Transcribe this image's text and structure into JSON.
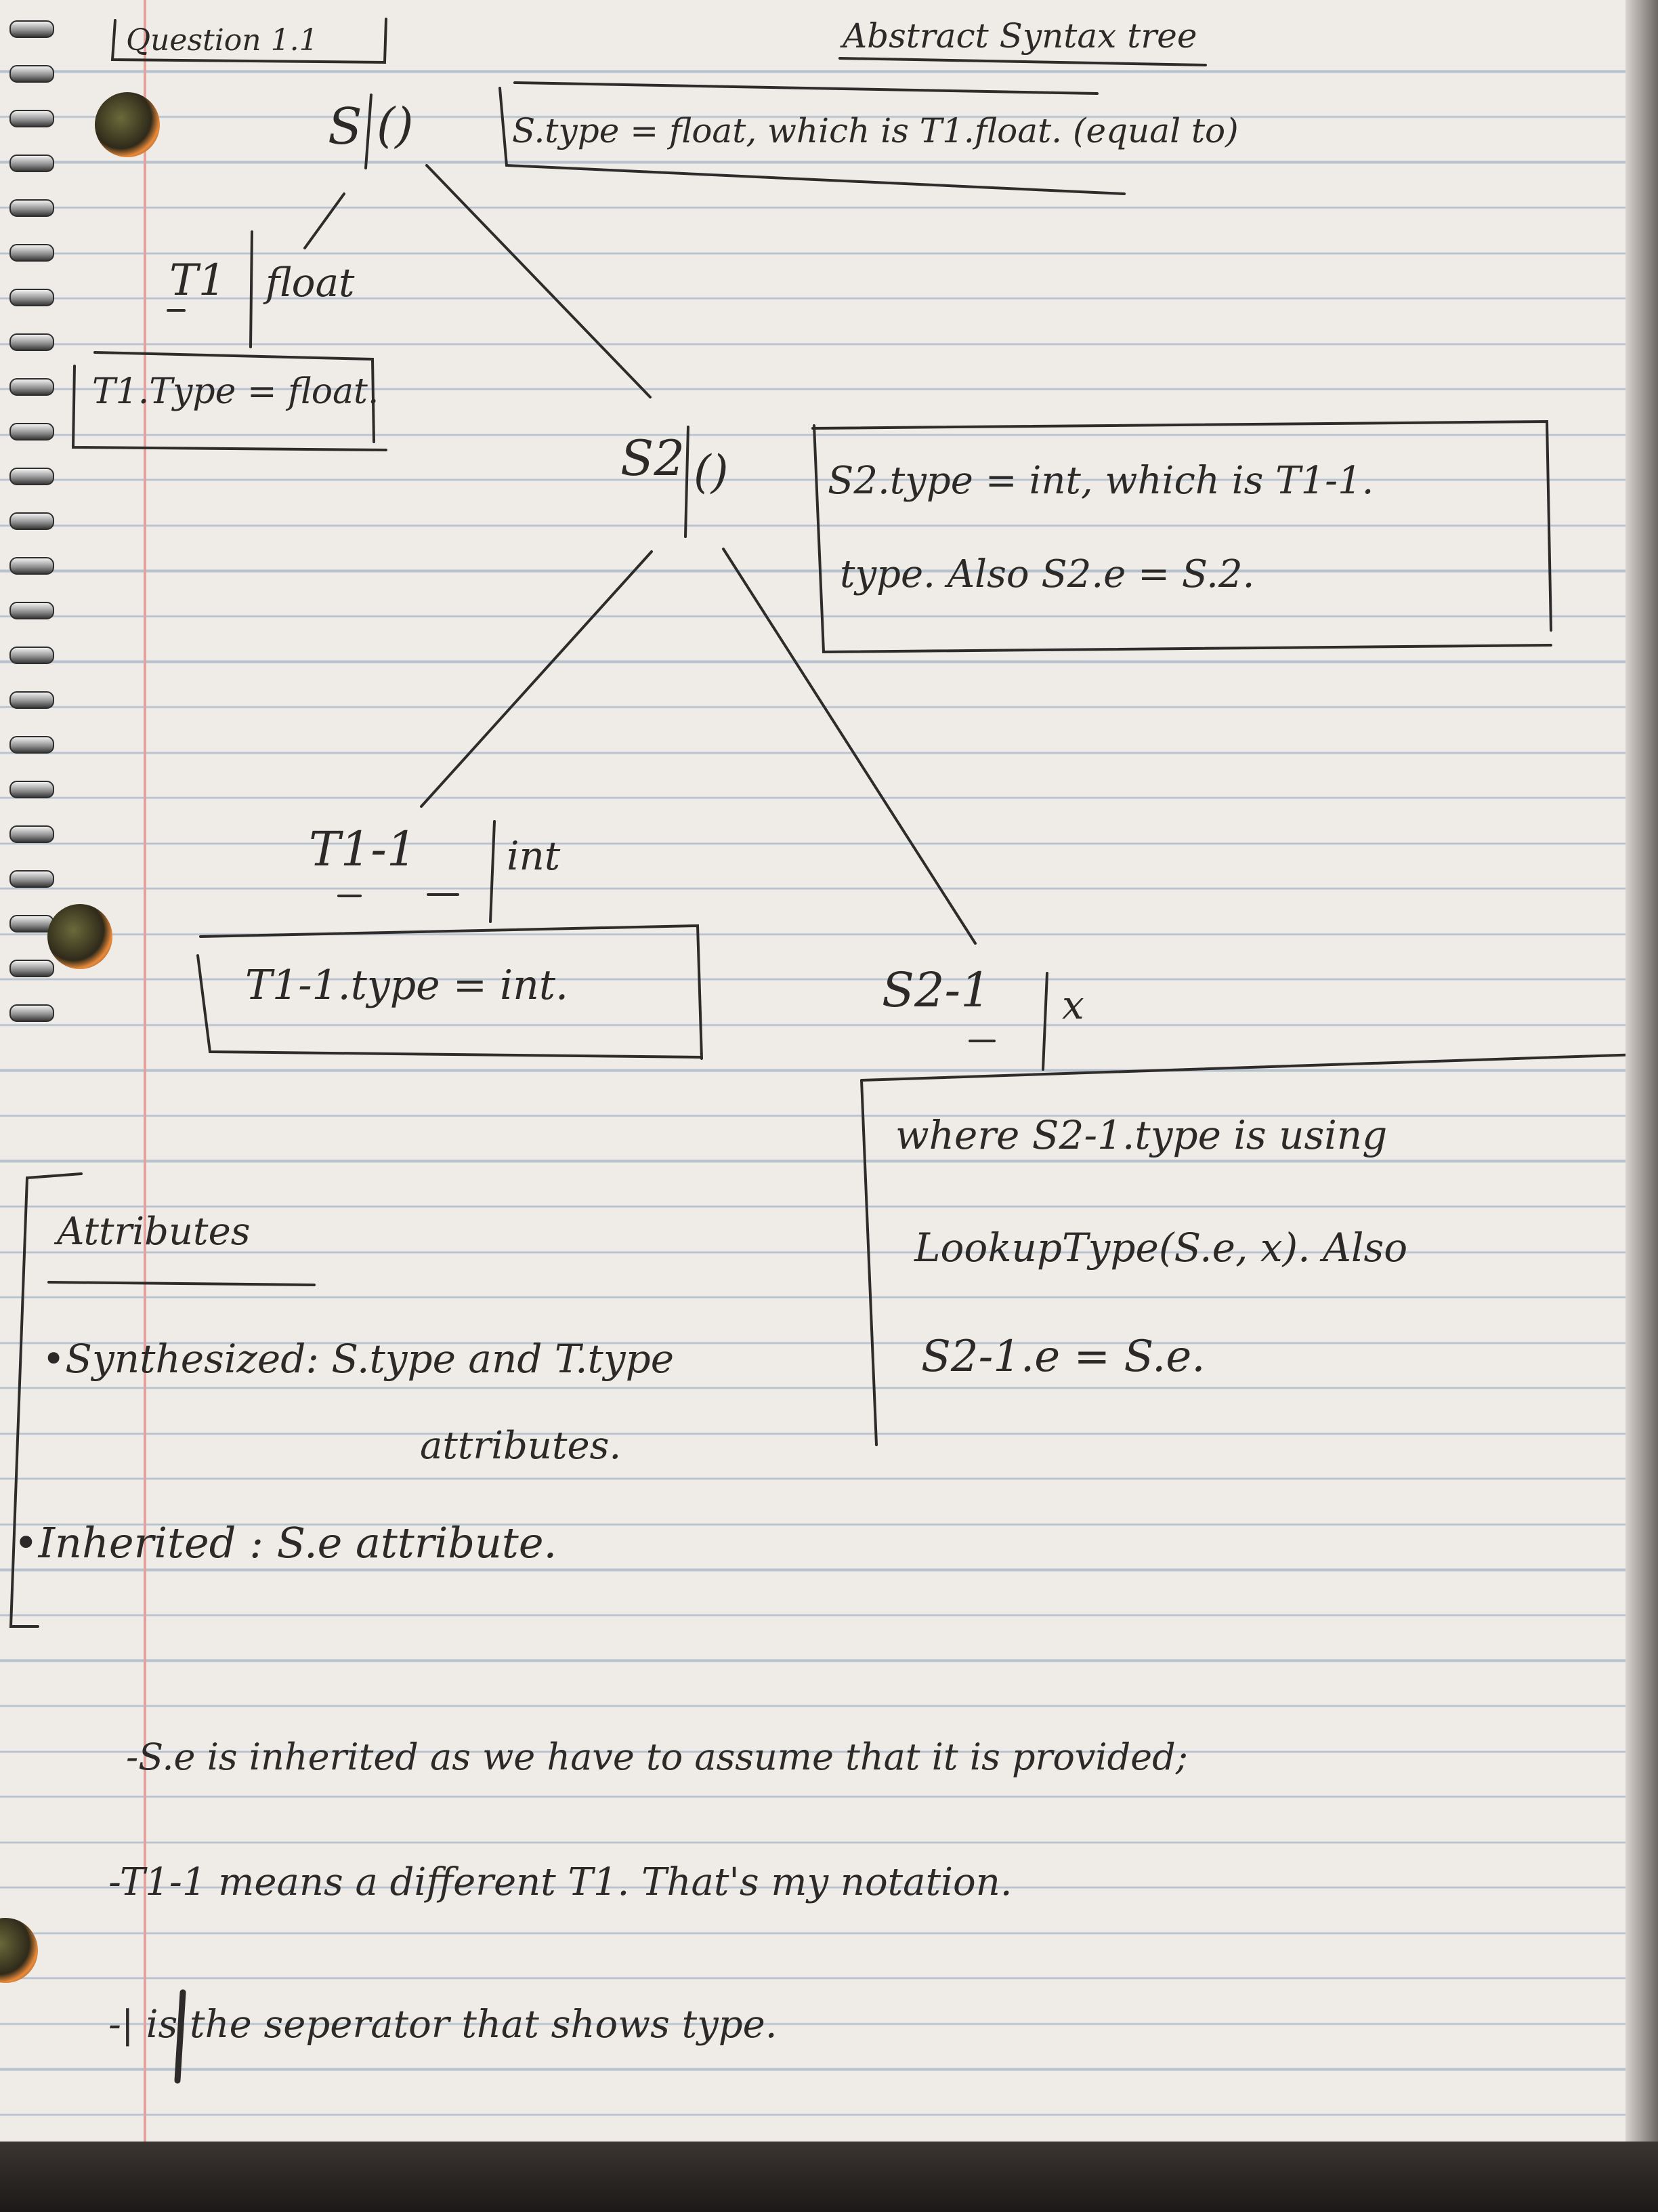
{
  "header": {
    "question_label": "Question 1.1",
    "diagram_title": "Abstract Syntax tree"
  },
  "tree": {
    "root": {
      "label": "S",
      "value": "()",
      "note": "S.type = float, which is T1.float. (equal to)"
    },
    "t1": {
      "label": "T1",
      "value": "float",
      "note": "T1.Type = float."
    },
    "s2": {
      "label": "S2",
      "value": "()",
      "note_line1": "S2.type = int, which is T1-1.",
      "note_line2": "type. Also S2.e = S.2."
    },
    "t1_1": {
      "label": "T1-1",
      "value": "int",
      "note": "T1-1.type = int."
    },
    "s2_1": {
      "label": "S2-1",
      "value": "x",
      "note_line1": "where S2-1.type is using",
      "note_line2": "LookupType(S.e, x). Also",
      "note_line3": "S2-1.e = S.e."
    }
  },
  "attributes": {
    "heading": "Attributes",
    "synthesized_line1": "•Synthesized: S.type and T.type",
    "synthesized_line2": "attributes.",
    "inherited": "•Inherited : S.e attribute."
  },
  "notes": [
    "-S.e is inherited as we have to assume that it is provided;",
    "-T1-1 means a different T1. That's my notation.",
    "-| is the seperator that shows type."
  ],
  "colors": {
    "paper": "#efece7",
    "ink": "#2b2a28",
    "rule_line": "#b7c2cf",
    "margin_line": "#e3a2a0"
  }
}
